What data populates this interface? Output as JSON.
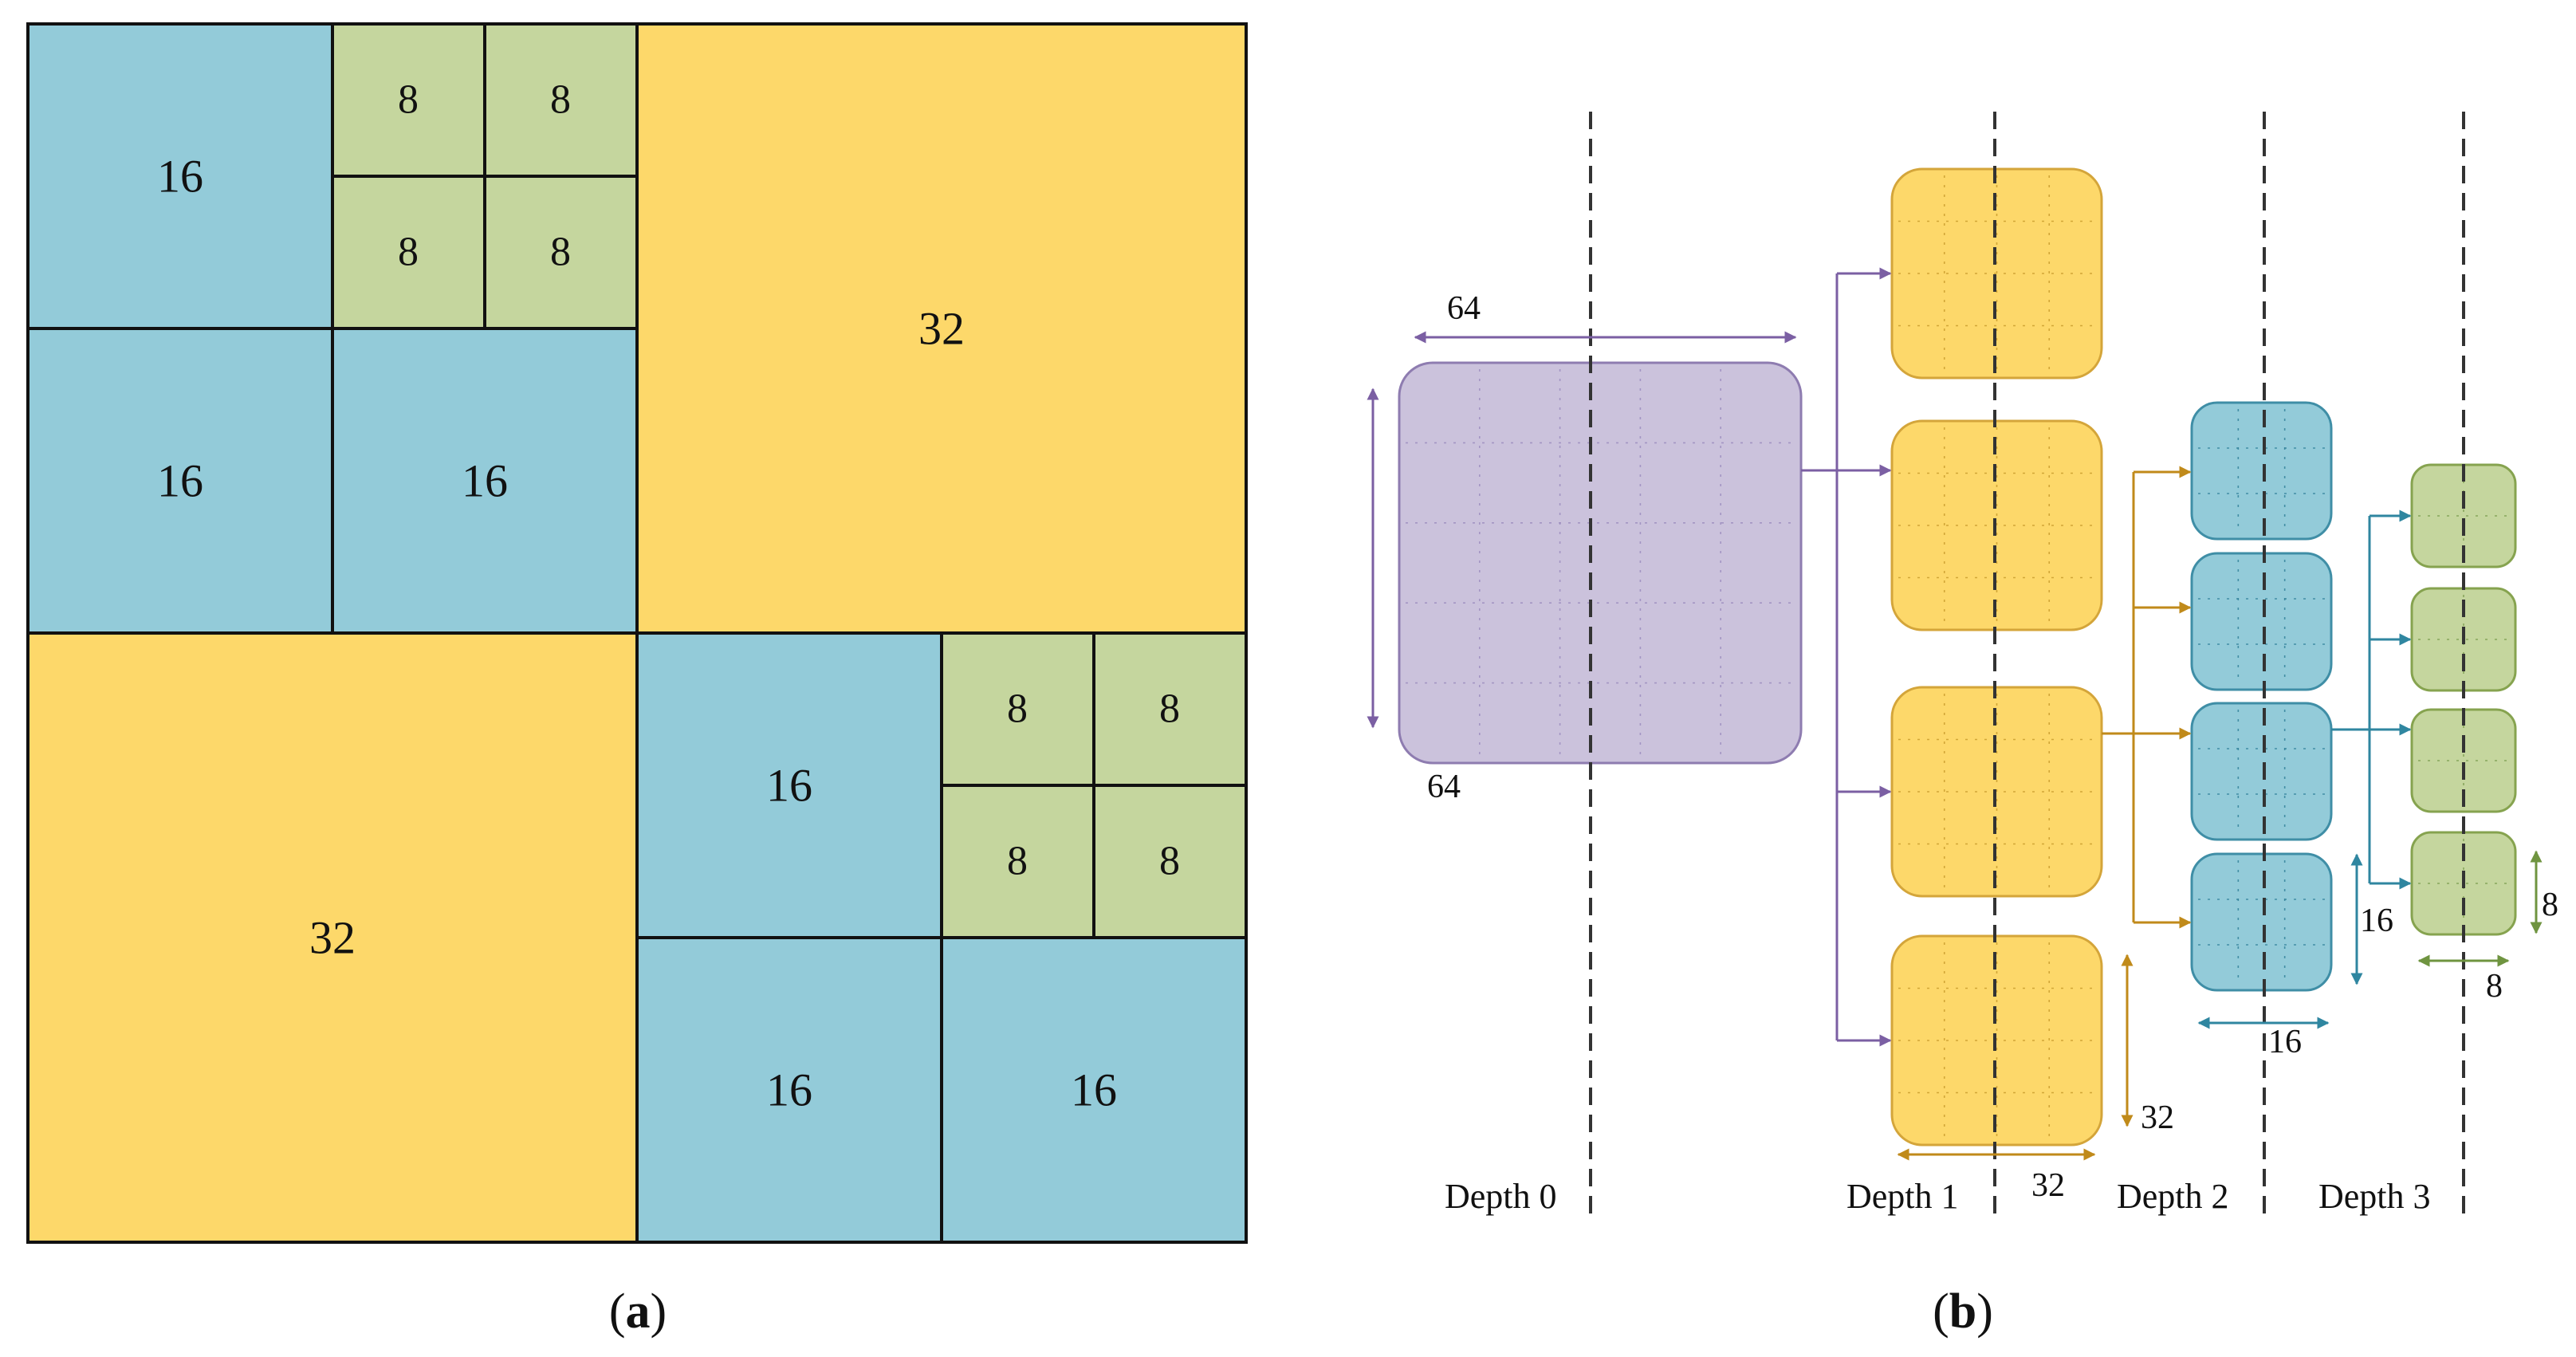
{
  "panels": {
    "a": {
      "label_prefix": "(",
      "label_letter": "a",
      "label_suffix": ")"
    },
    "b": {
      "label_prefix": "(",
      "label_letter": "b",
      "label_suffix": ")"
    }
  },
  "quadtree": {
    "cells": [
      {
        "size": 16,
        "label": "16"
      },
      {
        "size": 8,
        "label": "8"
      },
      {
        "size": 8,
        "label": "8"
      },
      {
        "size": 8,
        "label": "8"
      },
      {
        "size": 8,
        "label": "8"
      },
      {
        "size": 16,
        "label": "16"
      },
      {
        "size": 16,
        "label": "16"
      },
      {
        "size": 32,
        "label": "32"
      },
      {
        "size": 32,
        "label": "32"
      },
      {
        "size": 16,
        "label": "16"
      },
      {
        "size": 8,
        "label": "8"
      },
      {
        "size": 8,
        "label": "8"
      },
      {
        "size": 8,
        "label": "8"
      },
      {
        "size": 8,
        "label": "8"
      },
      {
        "size": 16,
        "label": "16"
      },
      {
        "size": 16,
        "label": "16"
      }
    ]
  },
  "depth_tree": {
    "depth_labels": [
      "Depth 0",
      "Depth 1",
      "Depth 2",
      "Depth 3"
    ],
    "dimension_labels": {
      "depth0_width": "64",
      "depth0_height": "64",
      "depth1_height": "32",
      "depth1_width": "32",
      "depth2_height": "16",
      "depth2_width": "16",
      "depth3_height": "8",
      "depth3_width": "8"
    },
    "block_counts": [
      1,
      4,
      4,
      4
    ]
  },
  "colors": {
    "size64": "#cbc2dc",
    "size64_stroke": "#8e7cb0",
    "size32": "#fdd86a",
    "size32_stroke": "#d4a53a",
    "size16": "#93cbd9",
    "size16_stroke": "#3f8ea6",
    "size8": "#c5d69e",
    "size8_stroke": "#86a34f",
    "arrow_purple": "#7b5fa3",
    "arrow_orange": "#c08a1a",
    "arrow_teal": "#2f86a0",
    "arrow_green": "#6f9440",
    "grid_lines": "#111111",
    "dashed_line": "#333333"
  }
}
